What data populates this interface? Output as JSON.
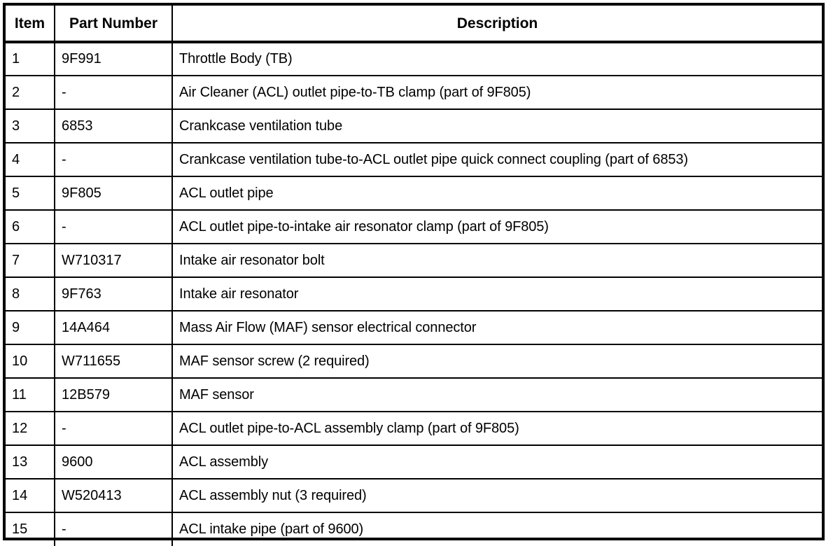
{
  "table": {
    "name": "engine-air-intake-parts-list",
    "columns": [
      {
        "key": "item",
        "label": "Item",
        "align": "center"
      },
      {
        "key": "part_number",
        "label": "Part Number",
        "align": "center"
      },
      {
        "key": "description",
        "label": "Description",
        "align": "center"
      }
    ],
    "rows": [
      {
        "item": "1",
        "part_number": "9F991",
        "description": "Throttle Body (TB)"
      },
      {
        "item": "2",
        "part_number": "-",
        "description": "Air Cleaner (ACL) outlet pipe-to-TB clamp (part of 9F805)"
      },
      {
        "item": "3",
        "part_number": "6853",
        "description": "Crankcase ventilation tube"
      },
      {
        "item": "4",
        "part_number": "-",
        "description": "Crankcase ventilation tube-to-ACL outlet pipe quick connect coupling (part of 6853)"
      },
      {
        "item": "5",
        "part_number": "9F805",
        "description": "ACL outlet pipe"
      },
      {
        "item": "6",
        "part_number": "-",
        "description": "ACL outlet pipe-to-intake air resonator clamp (part of 9F805)"
      },
      {
        "item": "7",
        "part_number": "W710317",
        "description": "Intake air resonator bolt"
      },
      {
        "item": "8",
        "part_number": "9F763",
        "description": "Intake air resonator"
      },
      {
        "item": "9",
        "part_number": "14A464",
        "description": "Mass Air Flow (MAF) sensor electrical connector"
      },
      {
        "item": "10",
        "part_number": "W711655",
        "description": "MAF sensor screw (2 required)"
      },
      {
        "item": "11",
        "part_number": "12B579",
        "description": "MAF sensor"
      },
      {
        "item": "12",
        "part_number": "-",
        "description": "ACL outlet pipe-to-ACL assembly clamp (part of 9F805)"
      },
      {
        "item": "13",
        "part_number": "9600",
        "description": "ACL assembly"
      },
      {
        "item": "14",
        "part_number": "W520413",
        "description": "ACL assembly nut (3 required)"
      },
      {
        "item": "15",
        "part_number": "-",
        "description": "ACL intake pipe (part of 9600)"
      }
    ]
  },
  "colors": {
    "background": "#ffffff",
    "rule": "#000000",
    "text": "#000000"
  }
}
